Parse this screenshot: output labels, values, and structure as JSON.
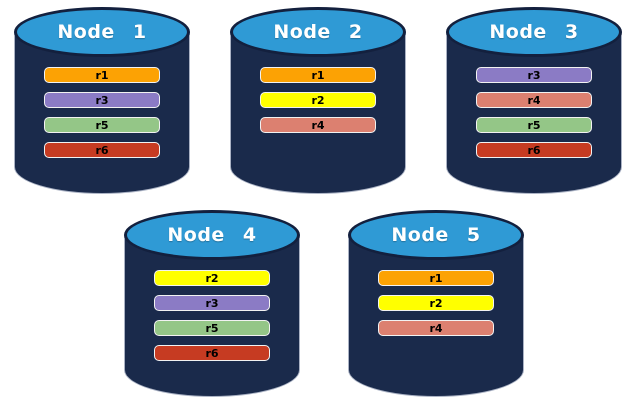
{
  "colors": {
    "background": "#ffffff",
    "cylinder_body": "#1a2a4b",
    "cylinder_top": "#2f9ad5",
    "cylinder_outline": "#13203e",
    "title_text": "#ffffff",
    "bar_text": "#000000"
  },
  "replica_colors": {
    "r1": "#fca204",
    "r2": "#ffff00",
    "r3": "#8b7bc5",
    "r4": "#dc8070",
    "r5": "#94c687",
    "r6": "#c63b22"
  },
  "nodes": [
    {
      "label": "Node 1",
      "replicas": [
        "r1",
        "r3",
        "r5",
        "r6"
      ]
    },
    {
      "label": "Node 2",
      "replicas": [
        "r1",
        "r2",
        "r4"
      ]
    },
    {
      "label": "Node 3",
      "replicas": [
        "r3",
        "r4",
        "r5",
        "r6"
      ]
    },
    {
      "label": "Node 4",
      "replicas": [
        "r2",
        "r3",
        "r5",
        "r6"
      ]
    },
    {
      "label": "Node 5",
      "replicas": [
        "r1",
        "r2",
        "r4"
      ]
    }
  ]
}
